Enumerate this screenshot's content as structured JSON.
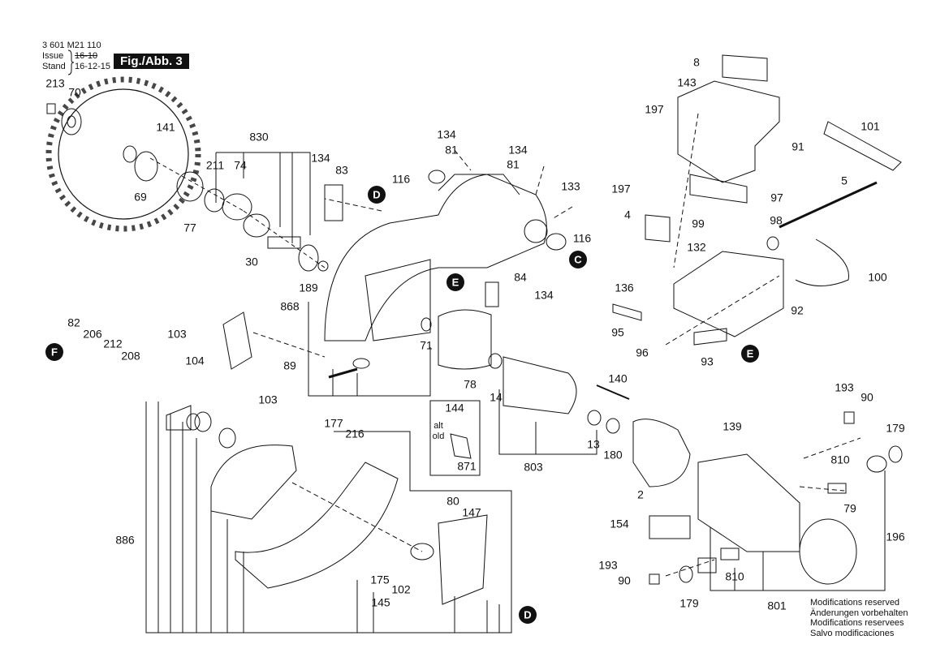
{
  "header": {
    "doc_number": "3 601 M21 110",
    "issue_label": "Issue",
    "stand_label": "Stand",
    "old_date": "16-10",
    "date": "16-12-15",
    "figure": "Fig./Abb. 3"
  },
  "modifications": [
    "Modifications reserved",
    "Änderungen vorbehalten",
    "Modifications reservees",
    "Salvo modificaciones"
  ],
  "inset": {
    "part": "144",
    "alt_label": "alt",
    "old_label": "old",
    "part2": "871"
  },
  "callouts": [
    "D",
    "C",
    "E",
    "F",
    "E",
    "D"
  ],
  "labels": [
    "213",
    "70",
    "141",
    "830",
    "211",
    "74",
    "134",
    "83",
    "134",
    "81",
    "134",
    "81",
    "8",
    "143",
    "197",
    "91",
    "101",
    "116",
    "133",
    "116",
    "197",
    "97",
    "5",
    "4",
    "99",
    "98",
    "132",
    "100",
    "69",
    "77",
    "30",
    "189",
    "136",
    "92",
    "868",
    "84",
    "134",
    "95",
    "96",
    "93",
    "82",
    "206",
    "212",
    "208",
    "103",
    "104",
    "89",
    "103",
    "71",
    "78",
    "140",
    "14",
    "144",
    "871",
    "193",
    "90",
    "179",
    "177",
    "216",
    "13",
    "180",
    "803",
    "139",
    "810",
    "2",
    "80",
    "147",
    "154",
    "79",
    "196",
    "886",
    "193",
    "90",
    "810",
    "175",
    "102",
    "145",
    "179",
    "801"
  ]
}
